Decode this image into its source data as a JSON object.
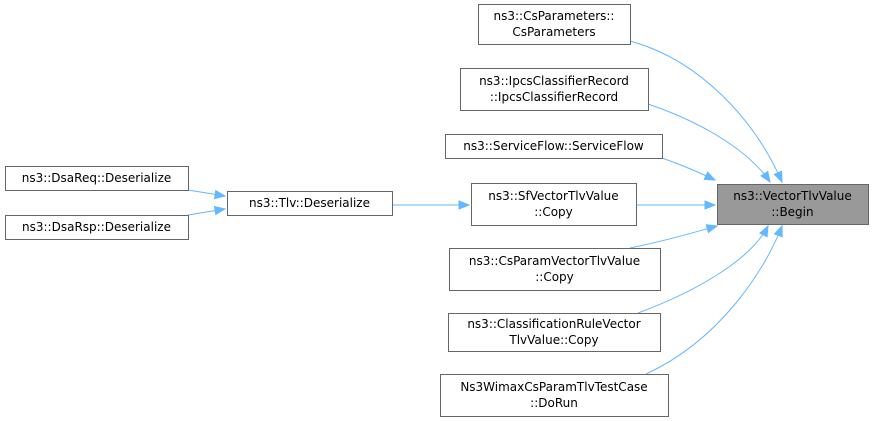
{
  "colors": {
    "node_fill": "#ffffff",
    "node_border": "#666666",
    "focus_fill": "#999999",
    "edge": "#63b8ff"
  },
  "nodes": [
    {
      "id": "begin",
      "lines": [
        "ns3::VectorTlvValue",
        "::Begin"
      ],
      "focus": true
    },
    {
      "id": "csparameters",
      "lines": [
        "ns3::CsParameters::",
        "CsParameters"
      ]
    },
    {
      "id": "ipcs",
      "lines": [
        "ns3::IpcsClassifierRecord",
        "::IpcsClassifierRecord"
      ]
    },
    {
      "id": "serviceflow",
      "lines": [
        "ns3::ServiceFlow::ServiceFlow"
      ]
    },
    {
      "id": "sfcopy",
      "lines": [
        "ns3::SfVectorTlvValue",
        "::Copy"
      ]
    },
    {
      "id": "csparamcopy",
      "lines": [
        "ns3::CsParamVectorTlvValue",
        "::Copy"
      ]
    },
    {
      "id": "classcopy",
      "lines": [
        "ns3::ClassificationRuleVector",
        "TlvValue::Copy"
      ]
    },
    {
      "id": "dorun",
      "lines": [
        "Ns3WimaxCsParamTlvTestCase",
        "::DoRun"
      ]
    },
    {
      "id": "tlvdeser",
      "lines": [
        "ns3::Tlv::Deserialize"
      ]
    },
    {
      "id": "dsareq",
      "lines": [
        "ns3::DsaReq::Deserialize"
      ]
    },
    {
      "id": "dsarsp",
      "lines": [
        "ns3::DsaRsp::Deserialize"
      ]
    }
  ],
  "edges": [
    {
      "from": "csparameters",
      "to": "begin"
    },
    {
      "from": "ipcs",
      "to": "begin"
    },
    {
      "from": "serviceflow",
      "to": "begin"
    },
    {
      "from": "sfcopy",
      "to": "begin"
    },
    {
      "from": "csparamcopy",
      "to": "begin"
    },
    {
      "from": "classcopy",
      "to": "begin"
    },
    {
      "from": "dorun",
      "to": "begin"
    },
    {
      "from": "tlvdeser",
      "to": "sfcopy"
    },
    {
      "from": "dsareq",
      "to": "tlvdeser"
    },
    {
      "from": "dsarsp",
      "to": "tlvdeser"
    }
  ]
}
